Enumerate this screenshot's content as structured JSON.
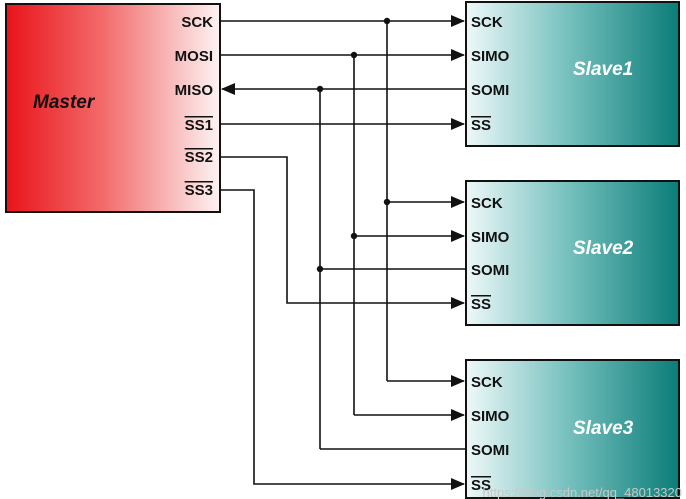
{
  "master": {
    "title": "Master",
    "pins": {
      "sck": "SCK",
      "mosi": "MOSI",
      "miso": "MISO",
      "ss1": "SS1",
      "ss2": "SS2",
      "ss3": "SS3"
    }
  },
  "slaves": [
    {
      "title": "Slave1",
      "pins": {
        "sck": "SCK",
        "simo": "SIMO",
        "somi": "SOMI",
        "ss": "SS"
      }
    },
    {
      "title": "Slave2",
      "pins": {
        "sck": "SCK",
        "simo": "SIMO",
        "somi": "SOMI",
        "ss": "SS"
      }
    },
    {
      "title": "Slave3",
      "pins": {
        "sck": "SCK",
        "simo": "SIMO",
        "somi": "SOMI",
        "ss": "SS"
      }
    }
  ],
  "watermark": "https://blog.csdn.net/qq_48013320"
}
